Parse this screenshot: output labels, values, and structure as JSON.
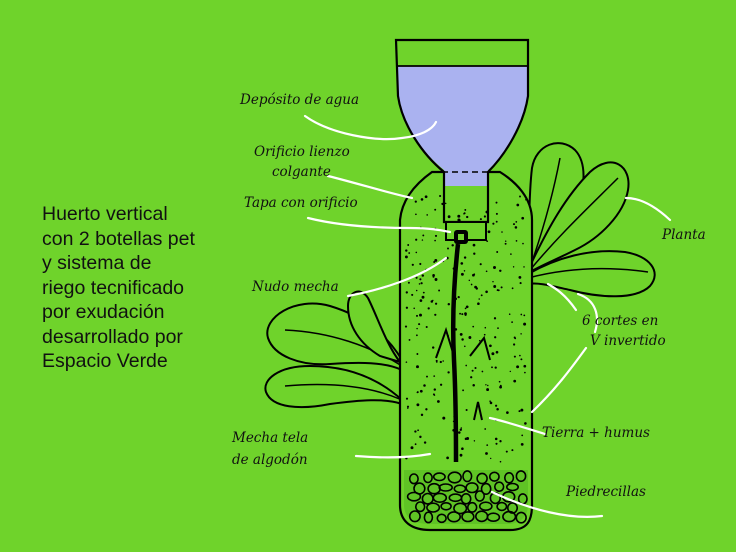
{
  "title_lines": [
    "Huerto vertical",
    "con 2 botellas pet",
    "y sistema de",
    "riego tecnificado",
    "por exudación",
    "desarrollado por",
    "Espacio Verde"
  ],
  "labels": {
    "deposito": "Depósito de agua",
    "orificio_1": "Orificio lienzo",
    "orificio_2": "colgante",
    "tapa": "Tapa con orificio",
    "nudo": "Nudo mecha",
    "mecha_1": "Mecha tela",
    "mecha_2": "de algodón",
    "planta": "Planta",
    "cortes_1": "6 cortes en",
    "cortes_2": "V invertido",
    "tierra": "Tierra + humus",
    "piedrecillas": "Piedrecillas"
  },
  "colors": {
    "background": "#6fd32b",
    "water": "#aab2f0",
    "outline": "#000000",
    "leader_lines": "#ffffff"
  }
}
